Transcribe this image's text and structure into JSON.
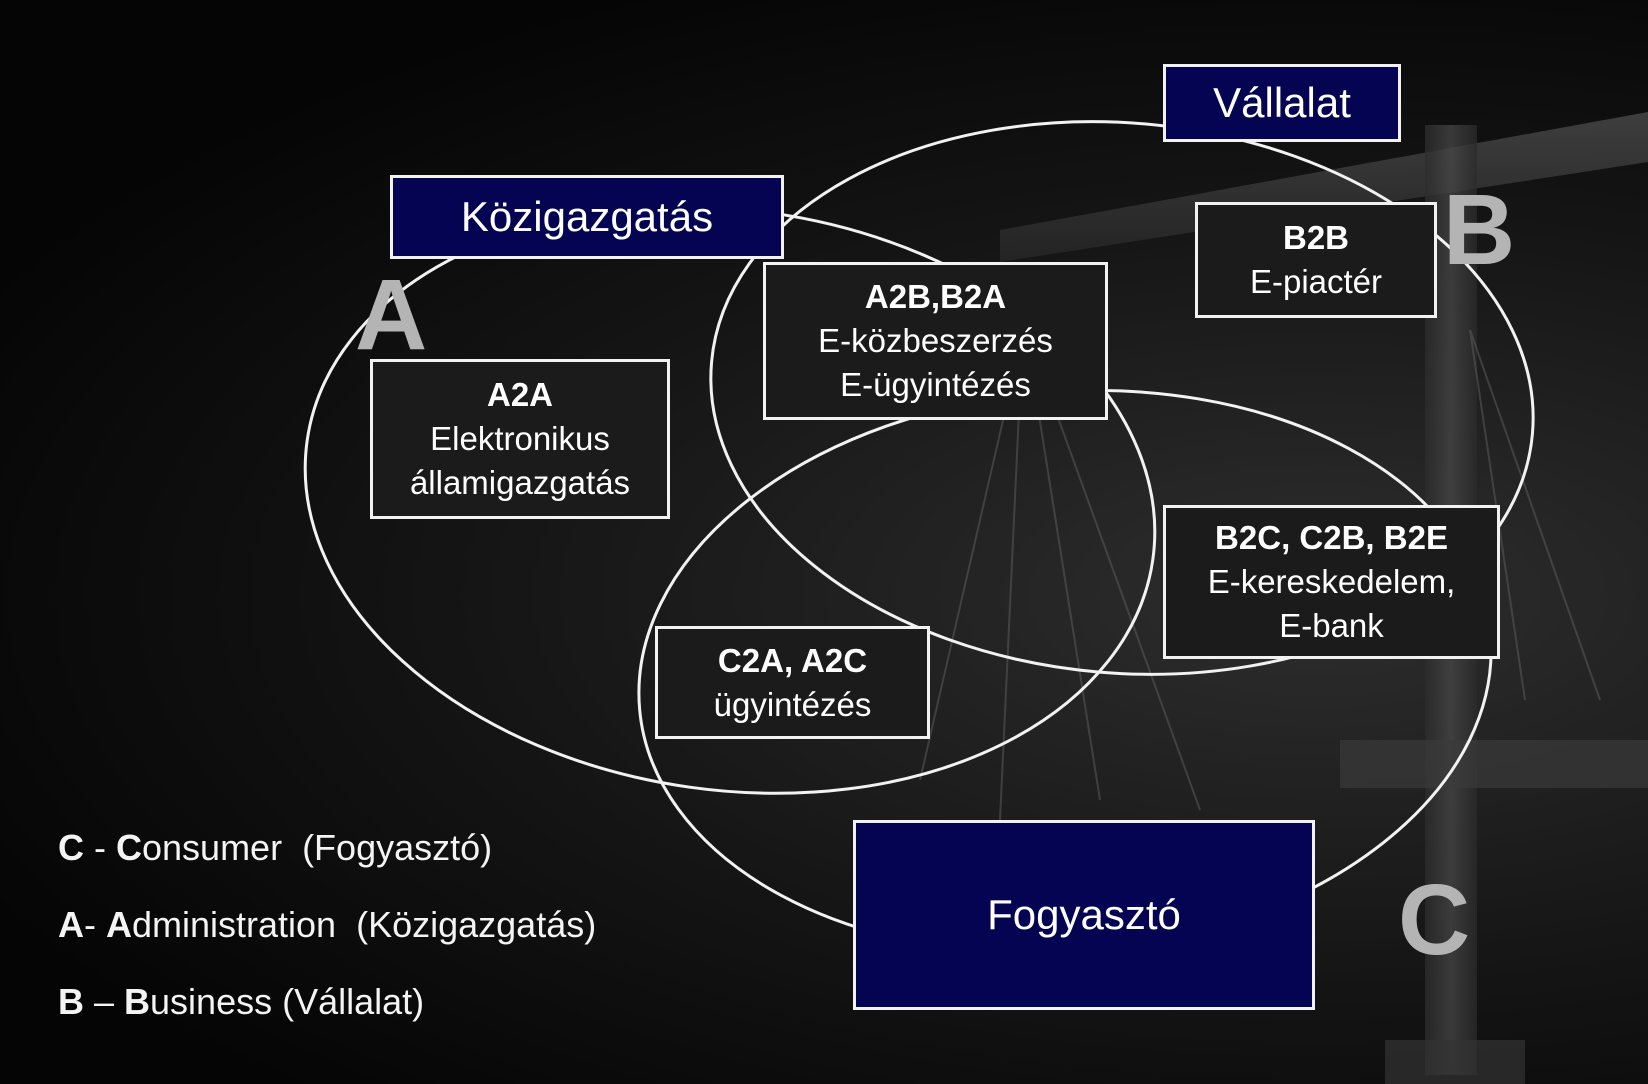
{
  "zones": {
    "A": "A",
    "B": "B",
    "C": "C"
  },
  "titles": {
    "kozigazgatas": "Közigazgatás",
    "vallalat": "Vállalat",
    "fogyaszto": "Fogyasztó"
  },
  "relations": {
    "a2a": {
      "code": "A2A",
      "line1": "Elektronikus",
      "line2": "államigazgatás"
    },
    "a2b": {
      "code": "A2B,B2A",
      "line1": "E-közbeszerzés",
      "line2": "E-ügyintézés"
    },
    "b2b": {
      "code": "B2B",
      "line1": "E-piactér"
    },
    "b2c": {
      "code": "B2C, C2B, B2E",
      "line1": "E-kereskedelem,",
      "line2": "E-bank"
    },
    "c2a": {
      "code": "C2A, A2C",
      "line1": "ügyintézés"
    }
  },
  "legend": [
    {
      "key": "C",
      "sep": " - ",
      "initial": "C",
      "rest": "onsumer  (Fogyasztó)"
    },
    {
      "key": "A",
      "sep": "- ",
      "initial": "A",
      "rest": "dministration  (Közigazgatás)"
    },
    {
      "key": "B",
      "sep": " – ",
      "initial": "B",
      "rest": "usiness (Vállalat)"
    }
  ],
  "colors": {
    "title_box": "#040452",
    "info_box": "#1b1b1b",
    "outline": "#f2f2f2",
    "zone_letter": "#b4b4b4"
  }
}
